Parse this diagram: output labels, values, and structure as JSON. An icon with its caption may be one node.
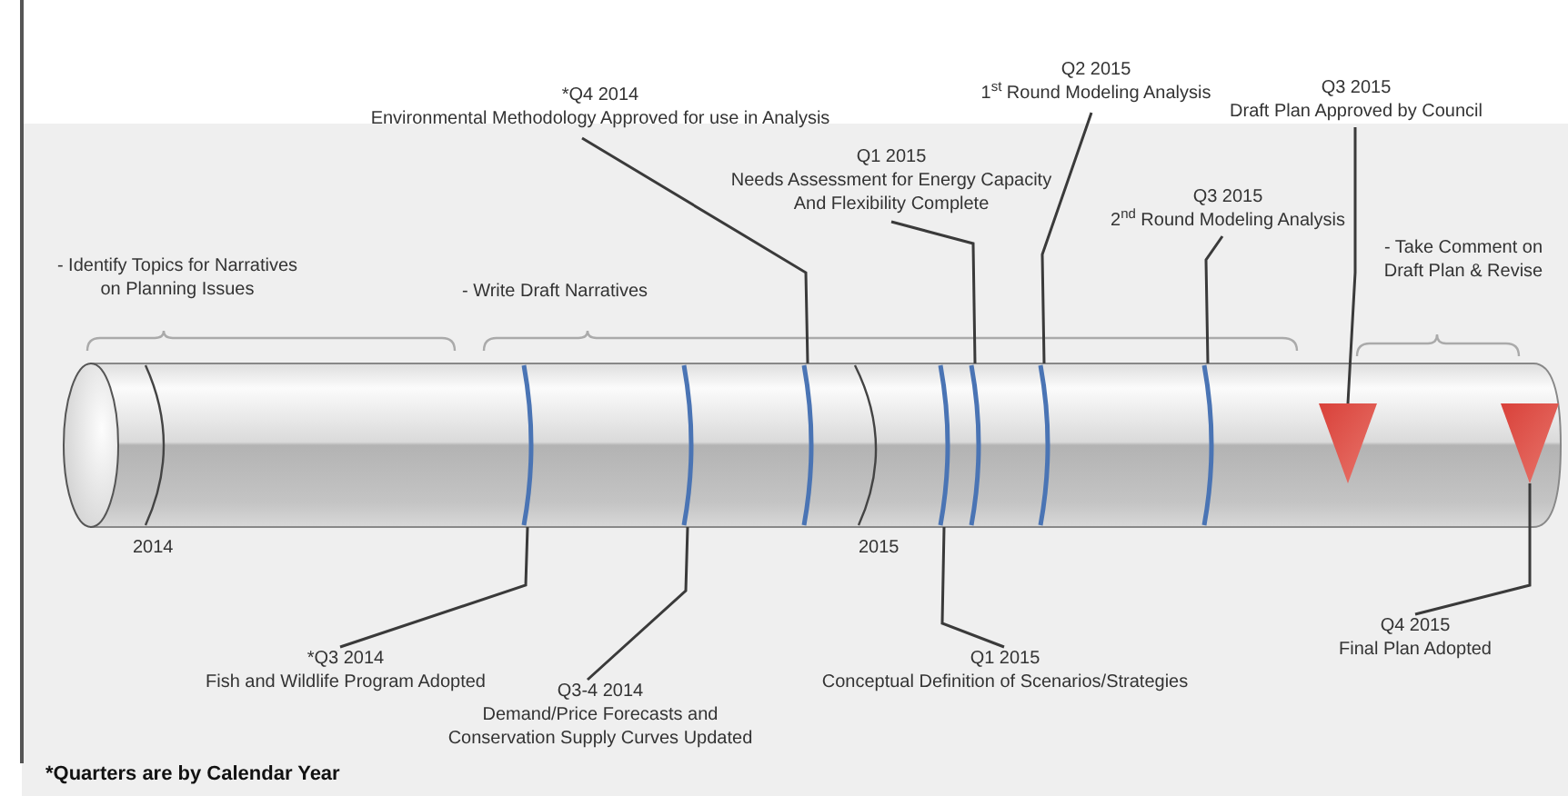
{
  "diagram": {
    "nodes": [
      {
        "text": [
          "*Q4 2014",
          "Environmental Methodology Approved for use in Analysis"
        ]
      },
      {
        "text": [
          "Q2 2015",
          "1$^{st}$ Round Modeling Analysis"
        ]
      },
      {
        "text": [
          "Q3 2015",
          "Draft Plan Approved by Council"
        ]
      },
      {
        "text": [
          "Q1 2015",
          "Needs Assessment for Energy Capacity And Flexibility Complete"
        ]
      },
      {
        "text": [
          "Q3 2015",
          "2$^{nd}$ Round Modeling Analysis"
        ]
      },
      {
        "text": [
          "*Q3 2014",
          "Fish and Wildlife Program Adopted"
        ]
      },
      {
        "text": [
          "Q3-4 2014",
          "Demand/Price Forecasts and Conservation Supply Curves Updated"
        ]
      },
      {
        "text": [
          "Q1 2015",
          "Conceptual Definition of Scenarios/Strategies"
        ]
      },
      {
        "text": [
          "Q4 2015",
          "Final Plan Adopted"
        ]
      },
      {
        "text": [],
        "shape": "ring"
      },
      {
        "text": [],
        "shape": "ring"
      },
      {
        "text": [],
        "shape": "ring"
      },
      {
        "text": [],
        "shape": "ring"
      },
      {
        "text": [],
        "shape": "ring"
      },
      {
        "text": [],
        "shape": "ring"
      },
      {
        "text": [],
        "shape": "ring"
      },
      {
        "text": [],
        "shape": "triangle"
      },
      {
        "text": [],
        "shape": "triangle"
      }
    ],
    "edges": [
      {
        "from": 0,
        "to": 11,
        "arrow": "none"
      },
      {
        "from": 1,
        "to": 14,
        "arrow": "none"
      },
      {
        "from": 2,
        "to": 16,
        "arrow": "none"
      },
      {
        "from": 3,
        "to": 13,
        "arrow": "none"
      },
      {
        "from": 4,
        "to": 15,
        "arrow": "none"
      },
      {
        "from": 5,
        "to": 9,
        "arrow": "none"
      },
      {
        "from": 6,
        "to": 10,
        "arrow": "none"
      },
      {
        "from": 7,
        "to": 12,
        "arrow": "none"
      },
      {
        "from": 8,
        "to": 17,
        "arrow": "none"
      }
    ],
    "labels": [
      "- Identify Topics for Narratives on Planning Issues",
      "- Write Draft Narratives",
      "- Take Comment on Draft Plan & Revise",
      "2014",
      "2015",
      "*Quarters are by Calendar Year"
    ]
  }
}
